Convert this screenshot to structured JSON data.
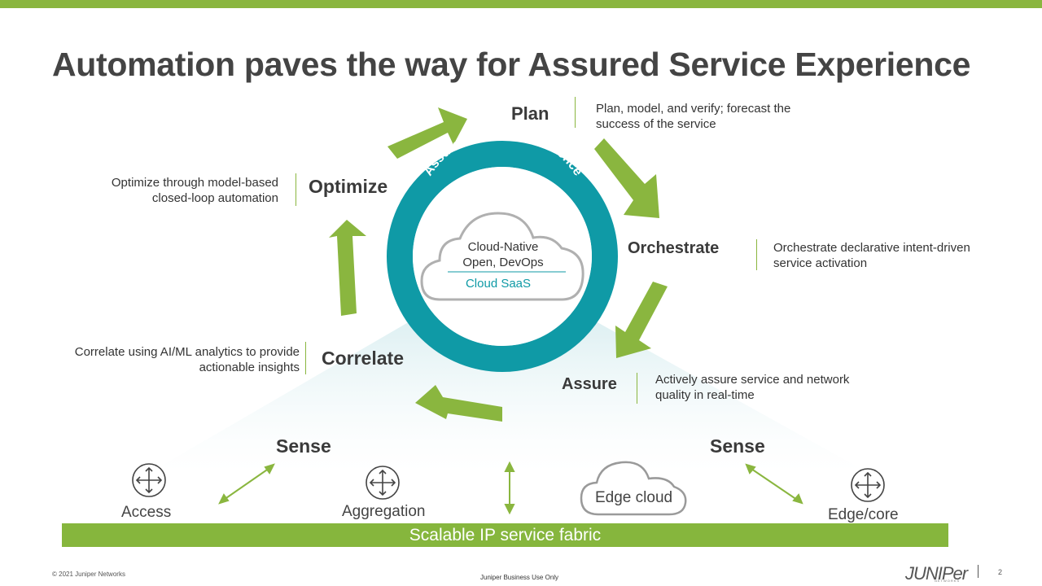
{
  "title": "Automation paves the way for Assured Service Experience",
  "ring_text": "Assured Service Experience",
  "center": {
    "line1": "Cloud-Native",
    "line2": "Open, DevOps",
    "line3": "Cloud SaaS"
  },
  "stages": {
    "plan": {
      "label": "Plan",
      "desc1": "Plan, model, and verify; forecast the",
      "desc2": "success of the service"
    },
    "orchestrate": {
      "label": "Orchestrate",
      "desc1": "Orchestrate declarative intent-driven",
      "desc2": "service activation"
    },
    "assure": {
      "label": "Assure",
      "desc1": "Actively assure service and network",
      "desc2": "quality in real-time"
    },
    "correlate": {
      "label": "Correlate",
      "desc1": "Correlate using AI/ML analytics to provide",
      "desc2": "actionable insights"
    },
    "optimize": {
      "label": "Optimize",
      "desc1": "Optimize through model-based",
      "desc2": "closed-loop automation"
    }
  },
  "sense_left": "Sense",
  "sense_right": "Sense",
  "nodes": {
    "access": "Access",
    "aggregation": "Aggregation",
    "edge_cloud": "Edge cloud",
    "edge_core": "Edge/core"
  },
  "fabric": "Scalable IP service fabric",
  "footer": {
    "copyright": "© 2021 Juniper Networks",
    "classification": "Juniper Business Use Only",
    "logo": "JUNIPer",
    "logo_sub": "NETWORKS",
    "page": "2"
  },
  "colors": {
    "green": "#8ab63f",
    "teal": "#0f9aa6",
    "title": "#444444"
  }
}
